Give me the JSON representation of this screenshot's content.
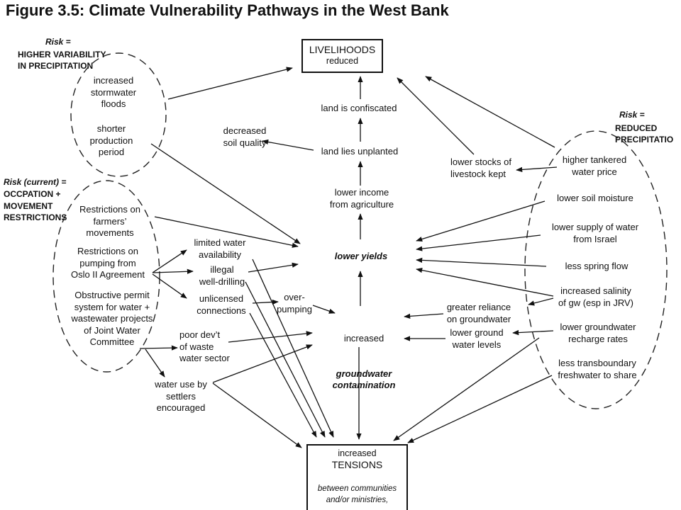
{
  "title": "Figure 3.5: Climate Vulnerability Pathways in the West Bank",
  "risks": {
    "variability": {
      "label": "Risk =",
      "name": "HIGHER VARIABILITY\nIN PRECIPITATION"
    },
    "occupation": {
      "label": "Risk (current) =",
      "name": "OCCPATION +\nMOVEMENT\nRESTRICTIONS"
    },
    "precipitation": {
      "label": "Risk =",
      "name": "REDUCED\nPRECIPITATIO"
    }
  },
  "outcomes": {
    "livelihoods": {
      "title": "LIVELIHOODS",
      "status": "reduced"
    },
    "tensions": {
      "prefix": "increased",
      "title": "TENSIONS",
      "detail": "between communities\nand/or ministries,"
    }
  },
  "variability_effects": [
    "increased\nstormwater\nfloods",
    "shorter\nproduction\nperiod"
  ],
  "occupation_effects": [
    "Restrictions on\nfarmers’\nmovements",
    "Restrictions on\npumping from\nOslo II Agreement",
    "Obstructive permit\nsystem for water +\nwastewater projects\nof Joint Water\nCommittee"
  ],
  "precipitation_effects": [
    "higher tankered\nwater price",
    "lower soil moisture",
    "lower supply of water\nfrom Israel",
    "less spring flow",
    "increased salinity\nof gw (esp in JRV)",
    "lower groundwater\nrecharge rates",
    "less transboundary\nfreshwater to share"
  ],
  "water_effects": {
    "limited": "limited water\navailability",
    "illegal": "illegal\nwell-drilling",
    "unlicensed": "unlicensed\nconnections",
    "over_pumping": "over-\npumping",
    "poor_dev": "poor dev’t\nof waste\nwater sector",
    "settlers": "water use by\nsettlers\nencouraged"
  },
  "pathway": {
    "confiscated": "land is confiscated",
    "unplanted": "land lies unplanted",
    "soil": "decreased\nsoil quality",
    "income": "lower income\nfrom agriculture",
    "yields": "lower yields",
    "contamination_prefix": "increased",
    "contamination": "groundwater\ncontamination",
    "stocks": "lower stocks of\nlivestock kept",
    "reliance": "greater reliance\non groundwater",
    "levels": "lower ground\nwater levels"
  }
}
